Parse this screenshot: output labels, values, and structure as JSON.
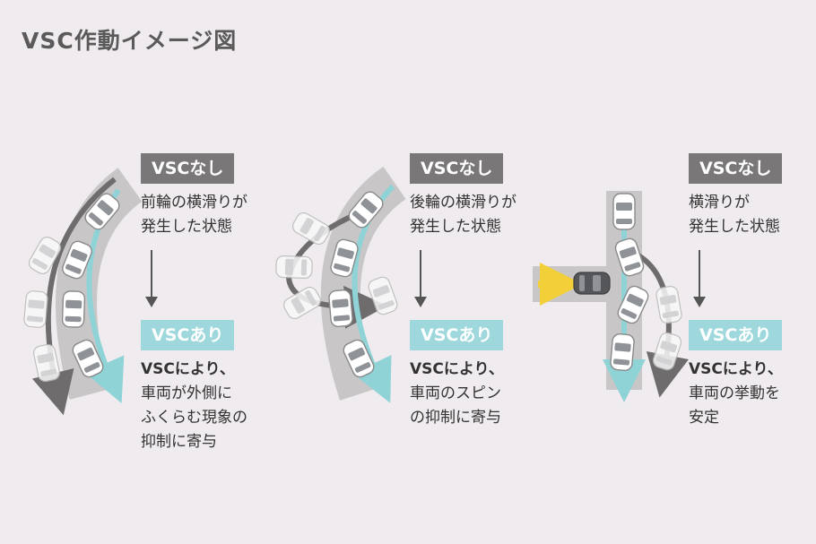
{
  "title": "VSC作動イメージ図",
  "panels": [
    {
      "off_label": "VSCなし",
      "off_desc": [
        "前輪の横滑りが",
        "発生した状態"
      ],
      "on_label": "VSCあり",
      "on_desc": [
        "VSCにより、",
        "車両が外側に",
        "ふくらむ現象の",
        "抑制に寄与"
      ]
    },
    {
      "off_label": "VSCなし",
      "off_desc": [
        "後輪の横滑りが",
        "発生した状態"
      ],
      "on_label": "VSCあり",
      "on_desc": [
        "VSCにより、",
        "車両のスピン",
        "の抑制に寄与"
      ]
    },
    {
      "off_label": "VSCなし",
      "off_desc": [
        "横滑りが",
        "発生した状態"
      ],
      "on_label": "VSCあり",
      "on_desc": [
        "VSCにより、",
        "車両の挙動を",
        "安定"
      ]
    }
  ],
  "colors": {
    "background": "#efebee",
    "road": "#c8c6c7",
    "vsc_off": "#7a7778",
    "vsc_on": "#9ed8dc",
    "path_off": "#6e6c6d",
    "path_on": "#8fd3d7",
    "incoming_car_arrow": "#f3cf3a"
  },
  "icons": [
    "car-icon",
    "down-arrow-icon",
    "trajectory-arrow-icon"
  ]
}
